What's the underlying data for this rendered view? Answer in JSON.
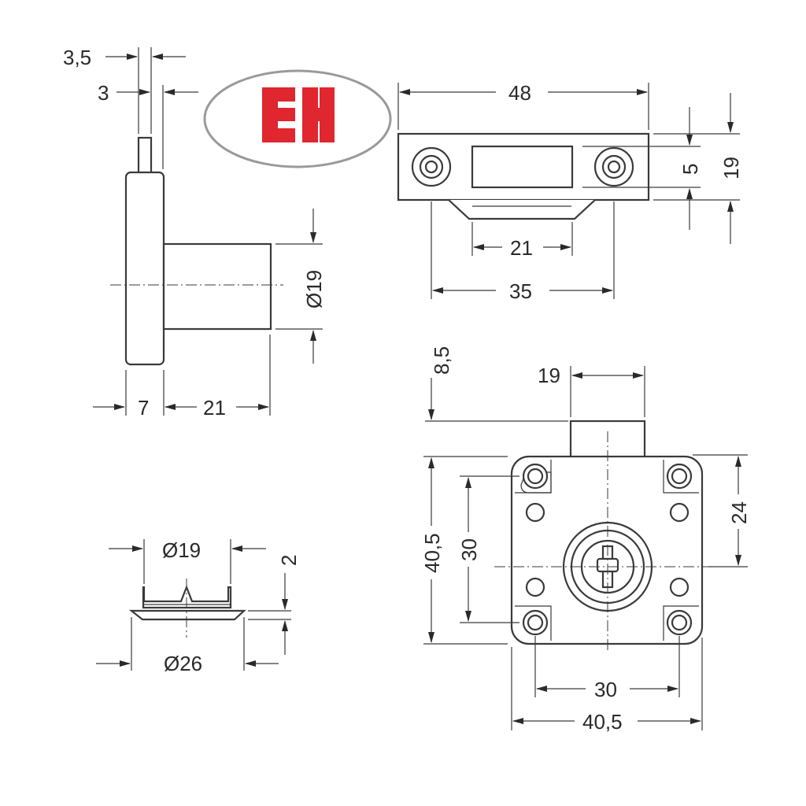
{
  "logo": {
    "letters": "EH",
    "ring_color": "#9a9a9a",
    "letter_color": "#e0262e"
  },
  "side_view": {
    "dim_pin_width": "3,5",
    "dim_pin_gap": "3",
    "dim_diameter": "Ø19",
    "dim_plate": "7",
    "dim_body": "21"
  },
  "strike_plate": {
    "dim_width": "48",
    "dim_slot": "21",
    "dim_holes": "35",
    "dim_slot_height": "5",
    "dim_height": "19"
  },
  "front_view": {
    "dim_bolt_offset": "8,5",
    "dim_bolt_width": "19",
    "dim_height": "40,5",
    "dim_hole_spacing_v": "30",
    "dim_center": "24",
    "dim_hole_spacing_h": "30",
    "dim_width": "40,5"
  },
  "rosette": {
    "dim_inner": "Ø19",
    "dim_outer": "Ø26",
    "dim_height": "2"
  },
  "colors": {
    "line": "#3a3a3a",
    "text": "#2a2a2a"
  }
}
